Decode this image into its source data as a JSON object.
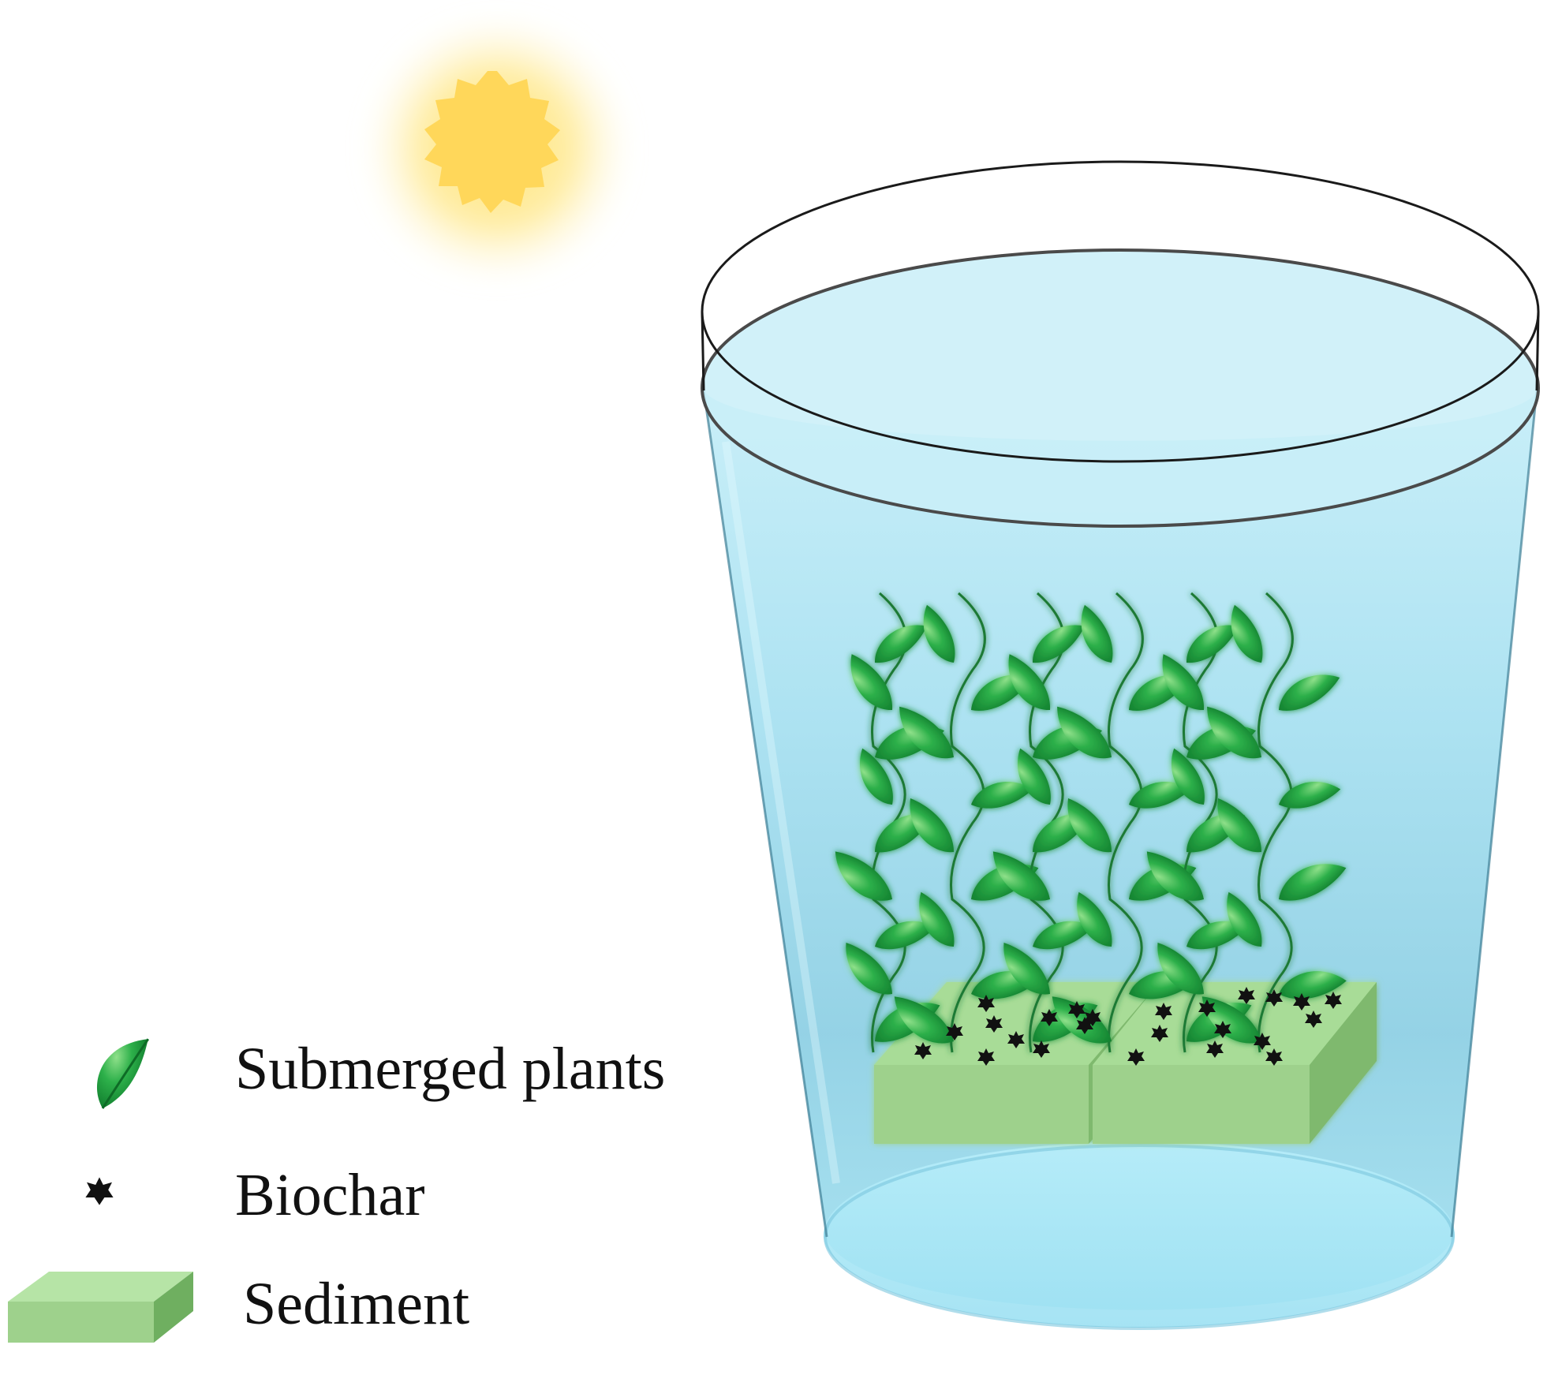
{
  "legend": {
    "items": [
      {
        "key": "plant",
        "label": "Submerged plants"
      },
      {
        "key": "biochar",
        "label": "Biochar"
      },
      {
        "key": "sediment",
        "label": "Sediment"
      }
    ]
  },
  "colors": {
    "sun_core": "#FFD54F",
    "sun_glow": "#FFF3B0",
    "water_top": "#B9EAF7",
    "water_bottom": "#9FDCEF",
    "leaf": "#1E9A3C",
    "leaf_light": "#7ED67A",
    "stem": "#1F7A34",
    "sediment_top": "#A6DA94",
    "sediment_side": "#7FBF70",
    "biochar": "#111111"
  },
  "icons": [
    "sun-icon",
    "leaf-icon",
    "biochar-icon",
    "sediment-icon"
  ]
}
